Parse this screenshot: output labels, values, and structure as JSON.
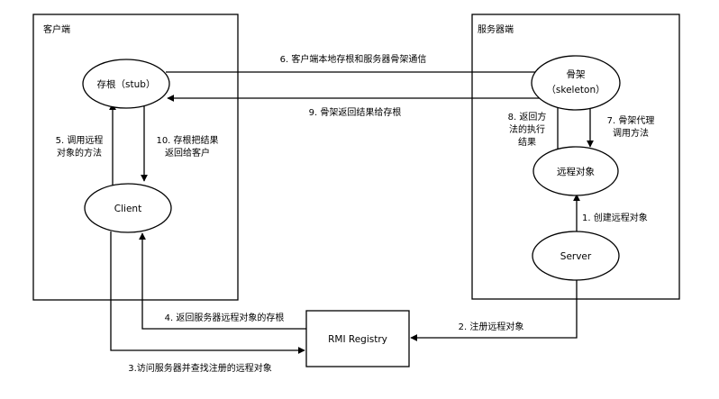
{
  "client_area": {
    "title": "客户端"
  },
  "server_area": {
    "title": "服务器端"
  },
  "nodes": {
    "stub": "存根（stub）",
    "client": "Client",
    "skeleton": [
      "骨架",
      "（skeleton）"
    ],
    "remote_object": "远程对象",
    "server": "Server",
    "registry": "RMI Registry"
  },
  "edges": {
    "e6": "6. 客户端本地存根和服务器骨架通信",
    "e9": "9. 骨架返回结果给存根",
    "e5": [
      "5. 调用远程",
      "对象的方法"
    ],
    "e10": [
      "10. 存根把结果",
      "返回给客户"
    ],
    "e8": [
      "8. 返回方",
      "法的执行",
      "结果"
    ],
    "e7": [
      "7. 骨架代理",
      "调用方法"
    ],
    "e1": "1. 创建远程对象",
    "e2": "2. 注册远程对象",
    "e4": "4. 返回服务器远程对象的存根",
    "e3": "3.访问服务器并查找注册的远程对象"
  }
}
